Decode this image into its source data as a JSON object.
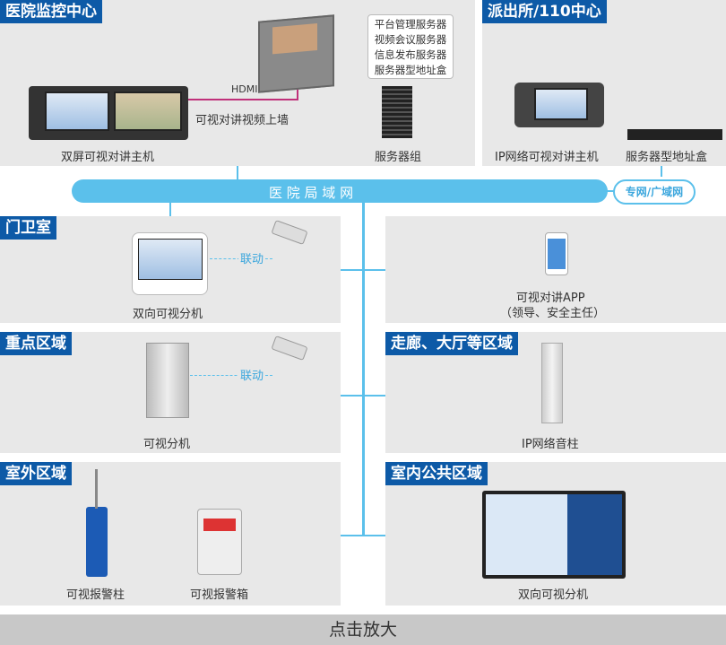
{
  "monitoring_center": {
    "title": "医院监控中心",
    "host_label": "双屏可视对讲主机",
    "hdmi": "HDMI",
    "wall_label": "可视对讲视频上墙",
    "servers": [
      "平台管理服务器",
      "视频会议服务器",
      "信息发布服务器",
      "服务器型地址盒"
    ],
    "server_group_label": "服务器组"
  },
  "police_center": {
    "title": "派出所/110中心",
    "host_label": "IP网络可视对讲主机",
    "box_label": "服务器型地址盒"
  },
  "network": {
    "lan_label": "医 院 局 域 网",
    "wan_label": "专网/广域网",
    "color": "#5bc0eb"
  },
  "gate": {
    "title": "门卫室",
    "device_label": "双向可视分机",
    "link_label": "联动"
  },
  "app": {
    "label_line1": "可视对讲APP",
    "label_line2": "（领导、安全主任）"
  },
  "key_area": {
    "title": "重点区域",
    "device_label": "可视分机",
    "link_label": "联动"
  },
  "corridor": {
    "title": "走廊、大厅等区域",
    "device_label": "IP网络音柱"
  },
  "outdoor": {
    "title": "室外区域",
    "pillar_label": "可视报警柱",
    "box_label": "可视报警箱"
  },
  "indoor": {
    "title": "室内公共区域",
    "device_label": "双向可视分机"
  },
  "footer": {
    "label": "点击放大"
  }
}
